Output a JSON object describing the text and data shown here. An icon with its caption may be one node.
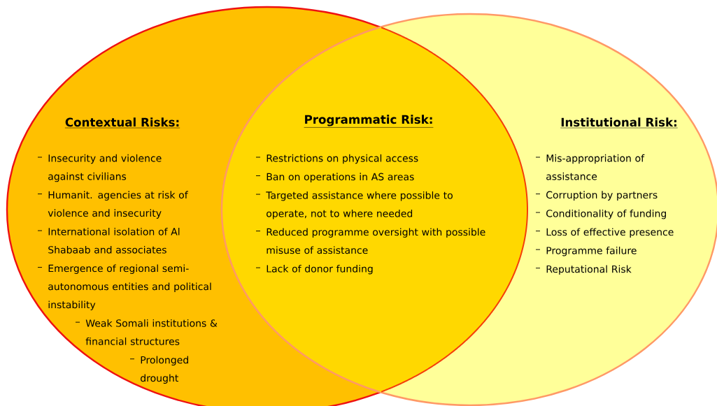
{
  "diagram": {
    "nodes": [
      {
        "text": [
          "Contextual Risks:",
          "Insecurity and violence against civilians",
          "Humanit. agencies at risk of violence and insecurity",
          "International isolation of Al Shabaab and associates",
          "Emergence of regional semi-autonomous entities and political instability",
          "Weak Somali institutions & financial structures",
          "Prolonged drought"
        ]
      },
      {
        "text": [
          "Programmatic Risk:",
          "Restrictions on physical access",
          "Ban on operations in AS areas",
          "Targeted assistance where possible to operate, not to where needed",
          "Reduced programme oversight with possible misuse of assistance",
          "Lack of donor funding"
        ]
      },
      {
        "text": [
          "Institutional Risk:",
          "Mis-appropriation of assistance",
          "Corruption by partners",
          "Conditionality of funding",
          "Loss of effective presence",
          "Programme failure",
          "Reputational Risk"
        ]
      }
    ]
  }
}
